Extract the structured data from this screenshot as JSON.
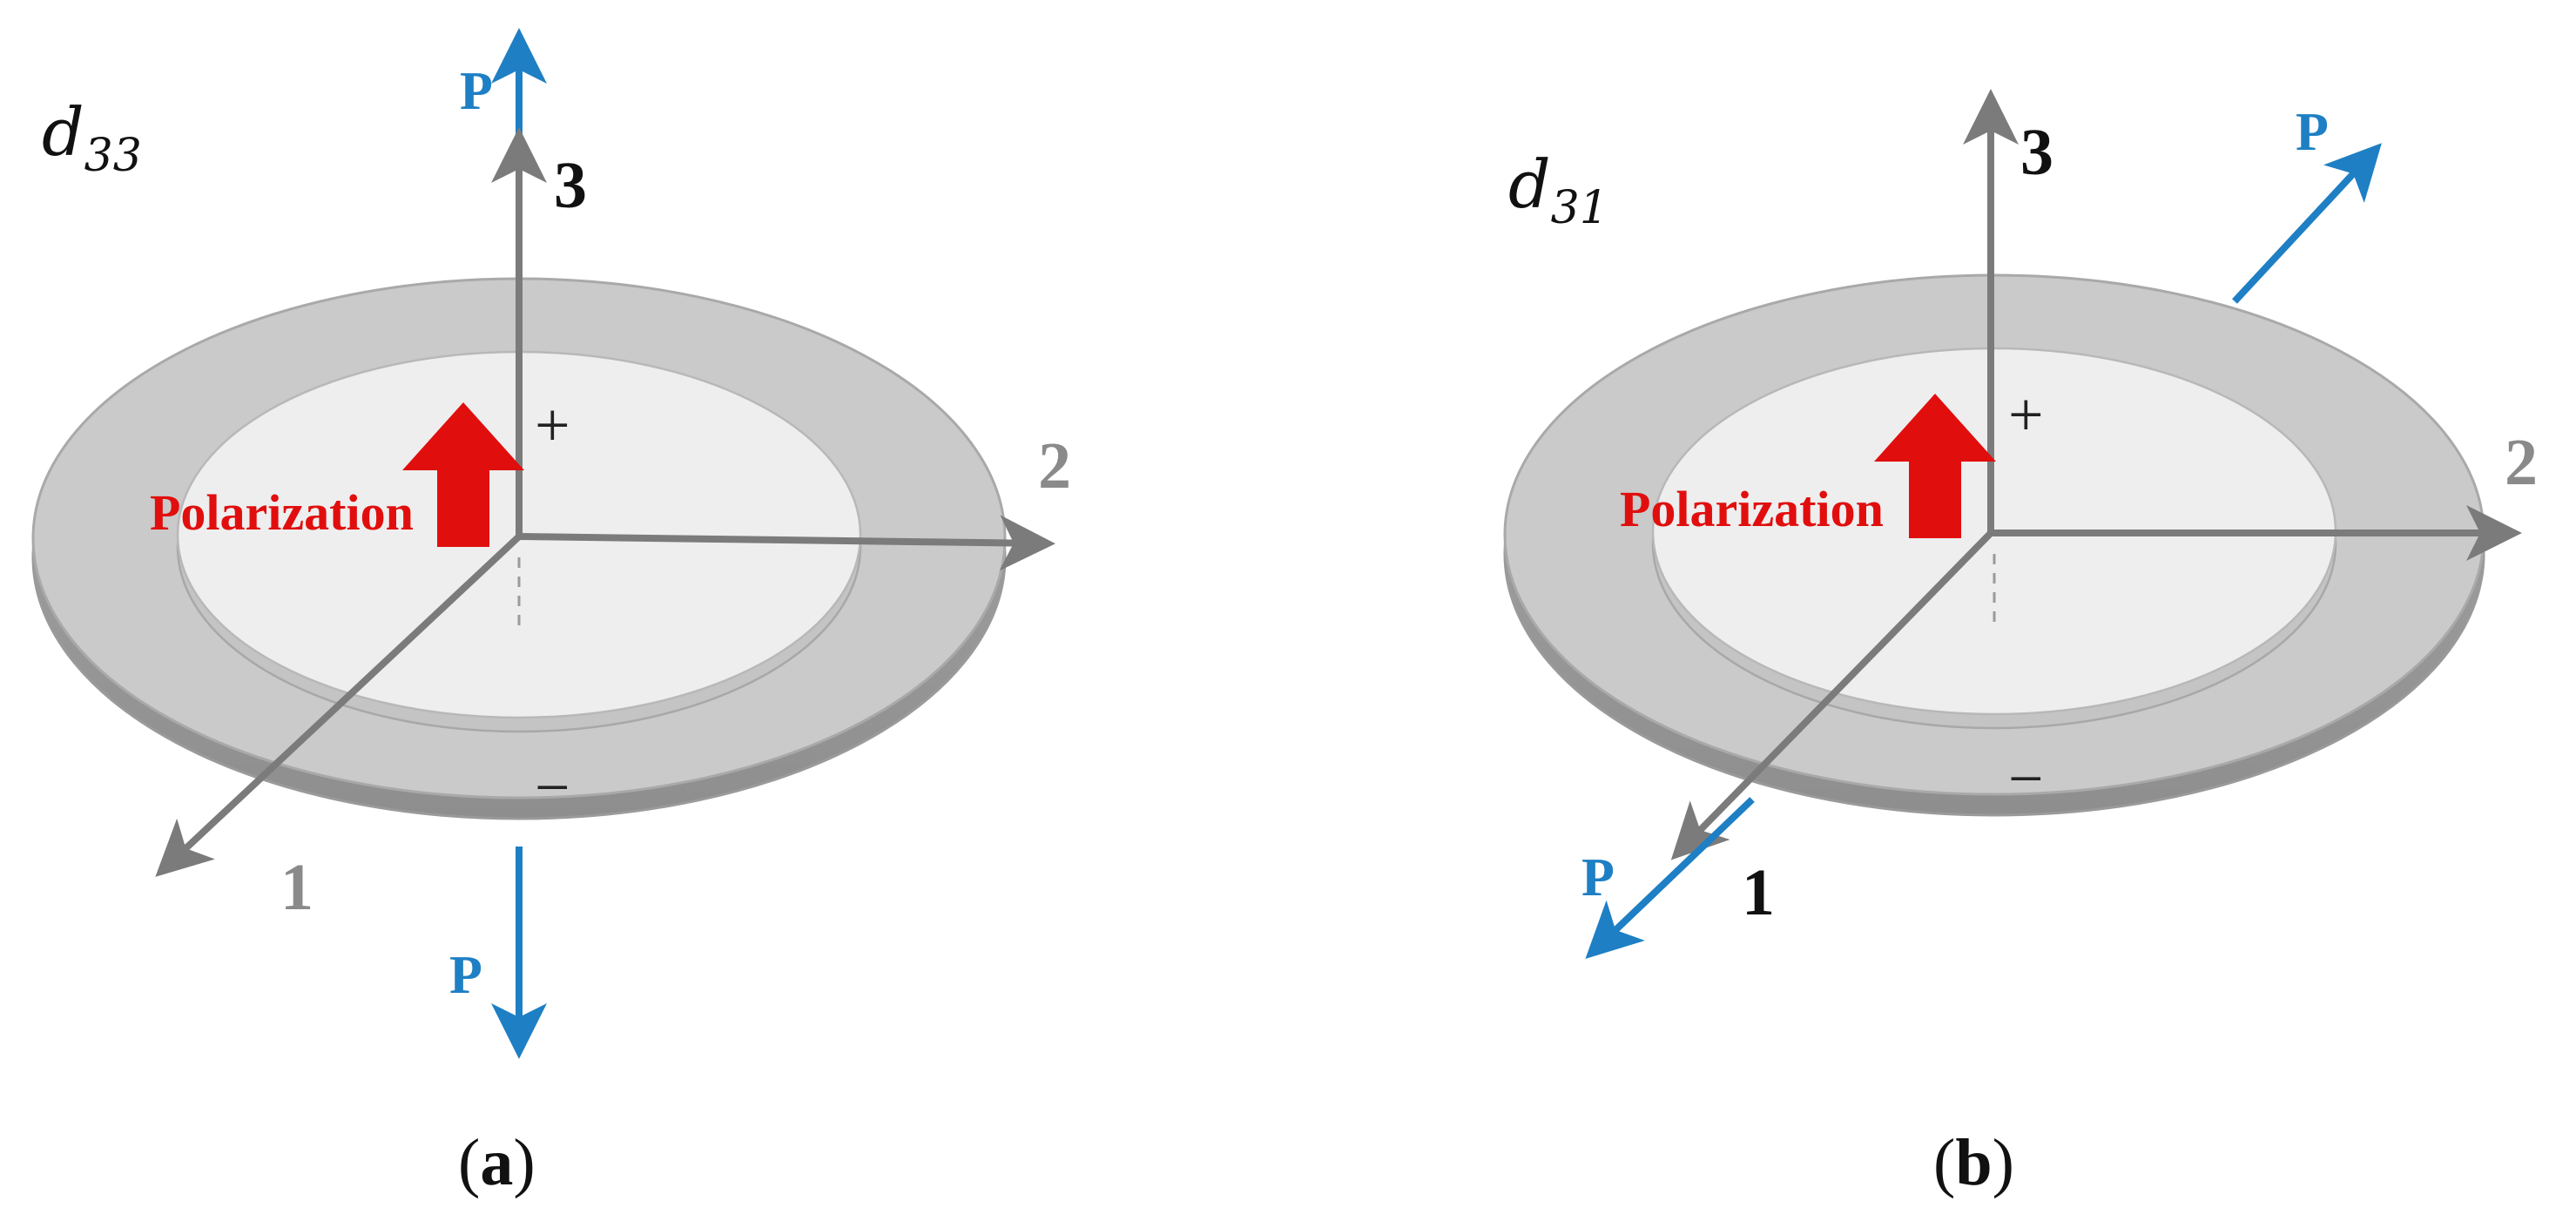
{
  "colors": {
    "background": "#ffffff",
    "disk_outer": "#c9c9c9",
    "disk_outer_edge": "#a2a2a2",
    "disk_inner": "#eeeeee",
    "disk_inner_edge": "#b3b3b3",
    "axis": "#7b7b7b",
    "force_arrow": "#1e7fc4",
    "force_label": "#1e7fc4",
    "polarization": "#e10e0e",
    "axis_label_dark": "#111111",
    "axis_label_gray": "#8a8a8a"
  },
  "panels": [
    {
      "mode_label": "d",
      "mode_sub": "33",
      "caption_open": "(",
      "caption_letter": "a",
      "caption_close": ")",
      "axis_labels": {
        "axis1": "1",
        "axis2": "2",
        "axis3": "3"
      },
      "force_labels": [
        "P",
        "P"
      ],
      "polarization_label": "Polarization",
      "positive_sign": "+",
      "negative_sign": "−"
    },
    {
      "mode_label": "d",
      "mode_sub": "31",
      "caption_open": "(",
      "caption_letter": "b",
      "caption_close": ")",
      "axis_labels": {
        "axis1": "1",
        "axis2": "2",
        "axis3": "3"
      },
      "force_labels": [
        "P",
        "P"
      ],
      "polarization_label": "Polarization",
      "positive_sign": "+",
      "negative_sign": "−"
    }
  ]
}
